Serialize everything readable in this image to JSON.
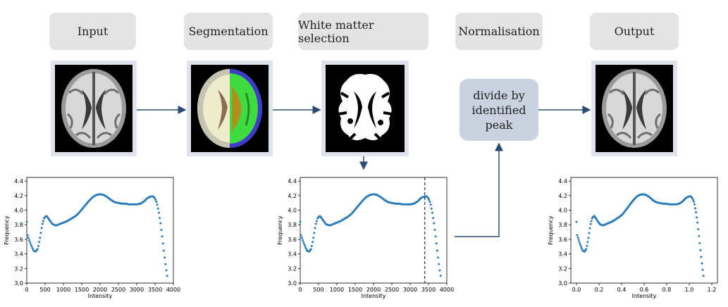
{
  "stages": {
    "input": "Input",
    "segmentation": "Segmentation",
    "white_matter": "White matter selection",
    "normalisation": "Normalisation",
    "output": "Output"
  },
  "normalisation_box": {
    "line1": "divide by",
    "line2": "identified",
    "line3": "peak"
  },
  "colors": {
    "arrow": "#2c4a73",
    "series": "#2b7bba",
    "label_box": "#e3e3e3",
    "norm_box": "#c9d2de"
  },
  "chart_data": [
    {
      "type": "scatter",
      "xlabel": "Intensity",
      "ylabel": "Frequency",
      "xticks": [
        "0",
        "500",
        "1000",
        "1500",
        "2000",
        "2500",
        "3000",
        "3500",
        "4000"
      ],
      "yticks": [
        "3.0",
        "3.2",
        "3.4",
        "3.6",
        "3.8",
        "4.0",
        "4.2",
        "4.4"
      ],
      "xlim": [
        0,
        4000
      ],
      "ylim": [
        3.0,
        4.45
      ],
      "curve": [
        [
          0,
          3.84
        ],
        [
          20,
          3.66
        ],
        [
          60,
          3.6
        ],
        [
          120,
          3.52
        ],
        [
          180,
          3.45
        ],
        [
          240,
          3.43
        ],
        [
          300,
          3.47
        ],
        [
          360,
          3.62
        ],
        [
          420,
          3.8
        ],
        [
          480,
          3.9
        ],
        [
          540,
          3.92
        ],
        [
          600,
          3.88
        ],
        [
          700,
          3.81
        ],
        [
          800,
          3.79
        ],
        [
          900,
          3.81
        ],
        [
          1000,
          3.83
        ],
        [
          1100,
          3.85
        ],
        [
          1200,
          3.88
        ],
        [
          1300,
          3.91
        ],
        [
          1400,
          3.95
        ],
        [
          1500,
          4.01
        ],
        [
          1600,
          4.07
        ],
        [
          1700,
          4.13
        ],
        [
          1800,
          4.18
        ],
        [
          1900,
          4.21
        ],
        [
          2000,
          4.22
        ],
        [
          2100,
          4.21
        ],
        [
          2200,
          4.18
        ],
        [
          2300,
          4.14
        ],
        [
          2400,
          4.11
        ],
        [
          2500,
          4.1
        ],
        [
          2600,
          4.09
        ],
        [
          2700,
          4.09
        ],
        [
          2800,
          4.08
        ],
        [
          2900,
          4.08
        ],
        [
          3000,
          4.08
        ],
        [
          3100,
          4.09
        ],
        [
          3200,
          4.12
        ],
        [
          3300,
          4.17
        ],
        [
          3400,
          4.19
        ],
        [
          3450,
          4.19
        ],
        [
          3500,
          4.16
        ],
        [
          3550,
          4.1
        ],
        [
          3600,
          3.98
        ],
        [
          3650,
          3.82
        ],
        [
          3700,
          3.62
        ],
        [
          3750,
          3.4
        ],
        [
          3800,
          3.2
        ],
        [
          3830,
          3.1
        ]
      ]
    },
    {
      "type": "scatter",
      "xlabel": "Intensity",
      "ylabel": "Frequency",
      "xticks": [
        "0",
        "500",
        "1000",
        "1500",
        "2000",
        "2500",
        "3000",
        "3500",
        "4000"
      ],
      "yticks": [
        "3.0",
        "3.2",
        "3.4",
        "3.6",
        "3.8",
        "4.0",
        "4.2",
        "4.4"
      ],
      "xlim": [
        0,
        4000
      ],
      "ylim": [
        3.0,
        4.45
      ],
      "peak_line": 3400,
      "curve": [
        [
          0,
          3.84
        ],
        [
          20,
          3.66
        ],
        [
          60,
          3.6
        ],
        [
          120,
          3.52
        ],
        [
          180,
          3.45
        ],
        [
          240,
          3.43
        ],
        [
          300,
          3.47
        ],
        [
          360,
          3.62
        ],
        [
          420,
          3.8
        ],
        [
          480,
          3.9
        ],
        [
          540,
          3.92
        ],
        [
          600,
          3.88
        ],
        [
          700,
          3.81
        ],
        [
          800,
          3.79
        ],
        [
          900,
          3.81
        ],
        [
          1000,
          3.83
        ],
        [
          1100,
          3.85
        ],
        [
          1200,
          3.88
        ],
        [
          1300,
          3.91
        ],
        [
          1400,
          3.95
        ],
        [
          1500,
          4.01
        ],
        [
          1600,
          4.07
        ],
        [
          1700,
          4.13
        ],
        [
          1800,
          4.18
        ],
        [
          1900,
          4.21
        ],
        [
          2000,
          4.22
        ],
        [
          2100,
          4.21
        ],
        [
          2200,
          4.18
        ],
        [
          2300,
          4.14
        ],
        [
          2400,
          4.11
        ],
        [
          2500,
          4.1
        ],
        [
          2600,
          4.09
        ],
        [
          2700,
          4.09
        ],
        [
          2800,
          4.08
        ],
        [
          2900,
          4.08
        ],
        [
          3000,
          4.08
        ],
        [
          3100,
          4.09
        ],
        [
          3200,
          4.12
        ],
        [
          3300,
          4.17
        ],
        [
          3400,
          4.19
        ],
        [
          3450,
          4.19
        ],
        [
          3500,
          4.16
        ],
        [
          3550,
          4.1
        ],
        [
          3600,
          3.98
        ],
        [
          3650,
          3.82
        ],
        [
          3700,
          3.62
        ],
        [
          3750,
          3.4
        ],
        [
          3800,
          3.2
        ],
        [
          3830,
          3.1
        ]
      ]
    },
    {
      "type": "scatter",
      "xlabel": "Intensity",
      "ylabel": "Frequency",
      "xticks": [
        "0.0",
        "0.2",
        "0.4",
        "0.6",
        "0.8",
        "1.0",
        "1.2"
      ],
      "yticks": [
        "3.0",
        "3.2",
        "3.4",
        "3.6",
        "3.8",
        "4.0",
        "4.2",
        "4.4"
      ],
      "xlim": [
        -0.05,
        1.25
      ],
      "ylim": [
        3.0,
        4.45
      ],
      "curve": [
        [
          0.0,
          3.84
        ],
        [
          0.006,
          3.66
        ],
        [
          0.018,
          3.6
        ],
        [
          0.035,
          3.52
        ],
        [
          0.053,
          3.45
        ],
        [
          0.071,
          3.43
        ],
        [
          0.088,
          3.47
        ],
        [
          0.106,
          3.62
        ],
        [
          0.124,
          3.8
        ],
        [
          0.141,
          3.9
        ],
        [
          0.159,
          3.92
        ],
        [
          0.176,
          3.88
        ],
        [
          0.206,
          3.81
        ],
        [
          0.235,
          3.79
        ],
        [
          0.265,
          3.81
        ],
        [
          0.294,
          3.83
        ],
        [
          0.324,
          3.85
        ],
        [
          0.353,
          3.88
        ],
        [
          0.382,
          3.91
        ],
        [
          0.412,
          3.95
        ],
        [
          0.441,
          4.01
        ],
        [
          0.471,
          4.07
        ],
        [
          0.5,
          4.13
        ],
        [
          0.529,
          4.18
        ],
        [
          0.559,
          4.21
        ],
        [
          0.588,
          4.22
        ],
        [
          0.618,
          4.21
        ],
        [
          0.647,
          4.18
        ],
        [
          0.676,
          4.14
        ],
        [
          0.706,
          4.11
        ],
        [
          0.735,
          4.1
        ],
        [
          0.765,
          4.09
        ],
        [
          0.794,
          4.09
        ],
        [
          0.824,
          4.08
        ],
        [
          0.853,
          4.08
        ],
        [
          0.882,
          4.08
        ],
        [
          0.912,
          4.09
        ],
        [
          0.941,
          4.12
        ],
        [
          0.971,
          4.17
        ],
        [
          1.0,
          4.19
        ],
        [
          1.015,
          4.19
        ],
        [
          1.029,
          4.16
        ],
        [
          1.044,
          4.1
        ],
        [
          1.059,
          3.98
        ],
        [
          1.074,
          3.82
        ],
        [
          1.088,
          3.62
        ],
        [
          1.103,
          3.4
        ],
        [
          1.118,
          3.2
        ],
        [
          1.126,
          3.1
        ]
      ]
    }
  ]
}
